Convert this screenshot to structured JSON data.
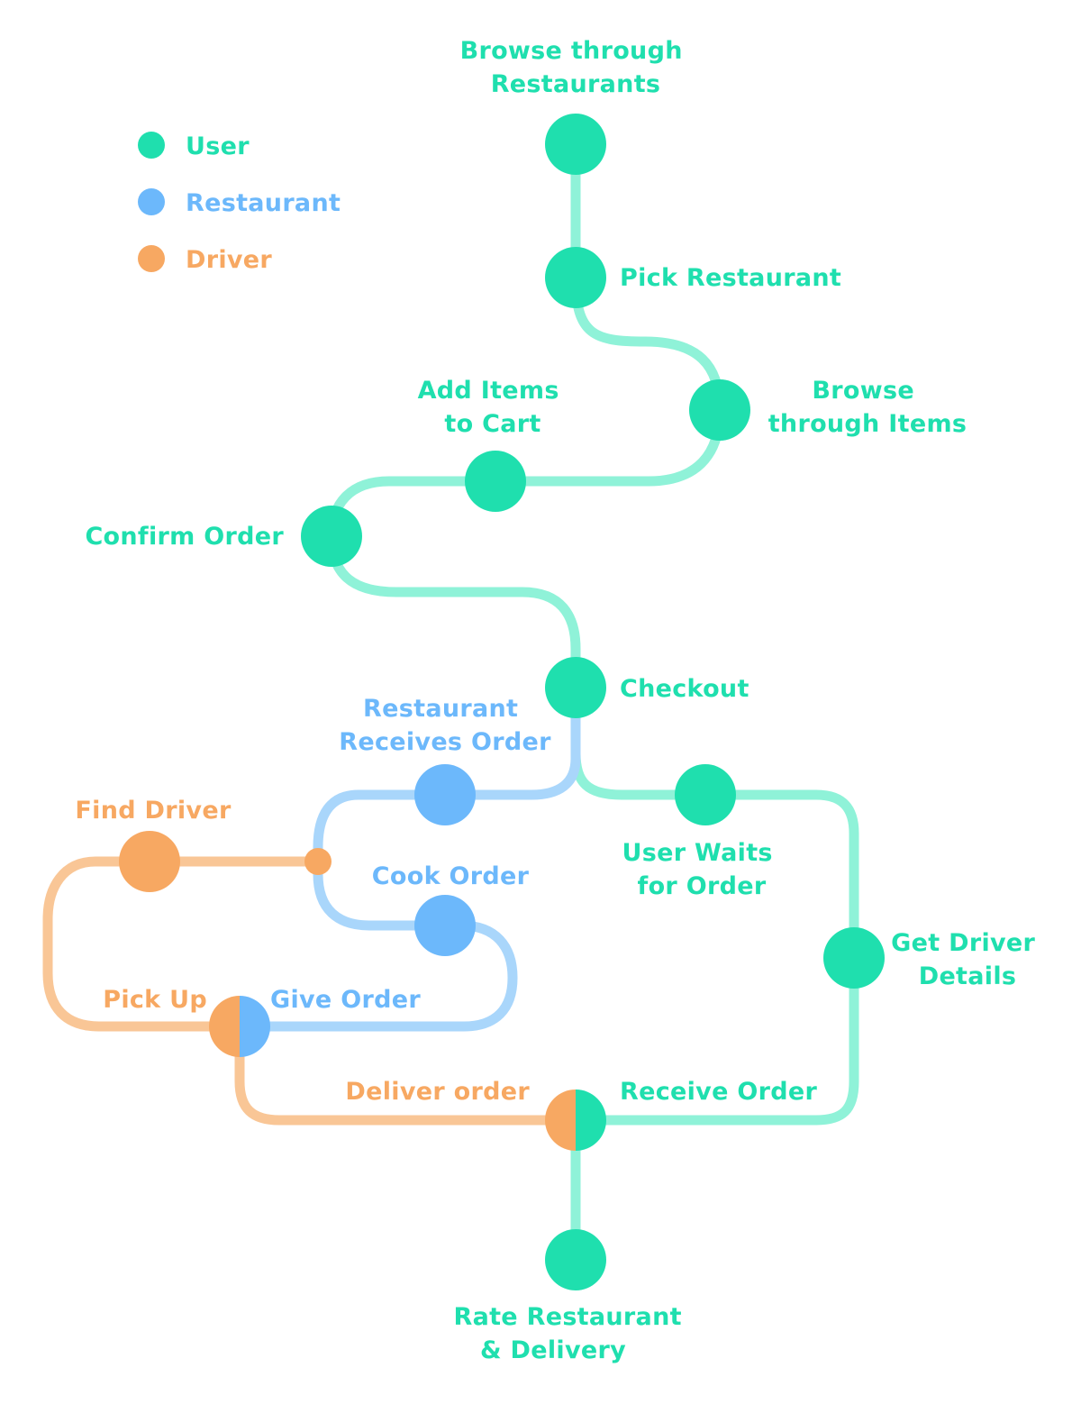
{
  "colors": {
    "user": "#1fdfae",
    "user_line": "#8ff2d8",
    "restaurant": "#6cb8fb",
    "restaurant_line": "#a9d6fb",
    "driver": "#f7a862",
    "driver_line": "#f9c696"
  },
  "legend": [
    {
      "key": "user",
      "label": "User"
    },
    {
      "key": "restaurant",
      "label": "Restaurant"
    },
    {
      "key": "driver",
      "label": "Driver"
    }
  ],
  "steps": {
    "browse_restaurants": {
      "lines": [
        "Browse through",
        "Restaurants"
      ],
      "actor": "user"
    },
    "pick_restaurant": {
      "lines": [
        "Pick Restaurant"
      ],
      "actor": "user"
    },
    "browse_items": {
      "lines": [
        "Browse",
        "through Items"
      ],
      "actor": "user"
    },
    "add_items": {
      "lines": [
        "Add Items",
        "to Cart"
      ],
      "actor": "user"
    },
    "confirm_order": {
      "lines": [
        "Confirm Order"
      ],
      "actor": "user"
    },
    "checkout": {
      "lines": [
        "Checkout"
      ],
      "actor": "user"
    },
    "restaurant_receives": {
      "lines": [
        "Restaurant",
        "Receives Order"
      ],
      "actor": "restaurant"
    },
    "user_waits": {
      "lines": [
        "User Waits",
        "for Order"
      ],
      "actor": "user"
    },
    "find_driver": {
      "lines": [
        "Find Driver"
      ],
      "actor": "driver"
    },
    "cook_order": {
      "lines": [
        "Cook Order"
      ],
      "actor": "restaurant"
    },
    "get_driver_details": {
      "lines": [
        "Get Driver",
        "Details"
      ],
      "actor": "user"
    },
    "pick_up": {
      "lines": [
        "Pick Up"
      ],
      "actor": "driver"
    },
    "give_order": {
      "lines": [
        "Give Order"
      ],
      "actor": "restaurant"
    },
    "deliver_order": {
      "lines": [
        "Deliver order"
      ],
      "actor": "driver"
    },
    "receive_order": {
      "lines": [
        "Receive Order"
      ],
      "actor": "user"
    },
    "rate": {
      "lines": [
        "Rate Restaurant",
        "& Delivery"
      ],
      "actor": "user"
    }
  }
}
